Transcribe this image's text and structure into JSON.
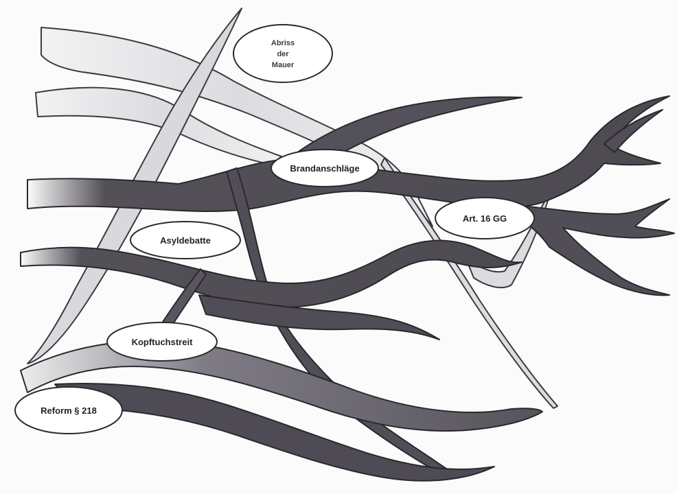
{
  "diagram": {
    "nodes": [
      {
        "id": "abriss",
        "lines": [
          "Abriss",
          "der",
          "Mauer"
        ]
      },
      {
        "id": "brand",
        "lines": [
          "Brandanschläge"
        ]
      },
      {
        "id": "art16",
        "lines": [
          "Art. 16 GG"
        ]
      },
      {
        "id": "asyl",
        "lines": [
          "Asyldebatte"
        ]
      },
      {
        "id": "kopftuch",
        "lines": [
          "Kopftuchstreit"
        ]
      },
      {
        "id": "reform",
        "lines": [
          "Reform § 218"
        ]
      }
    ]
  },
  "colors": {
    "dark_branch": "#545058",
    "dark_branch_edge": "#2a282c",
    "light_branch": "#e4e4e6",
    "light_branch_edge": "#3c3a3e",
    "node_fill": "#ffffff",
    "node_stroke": "#2a2a2a",
    "background": "#fbfbfb"
  }
}
